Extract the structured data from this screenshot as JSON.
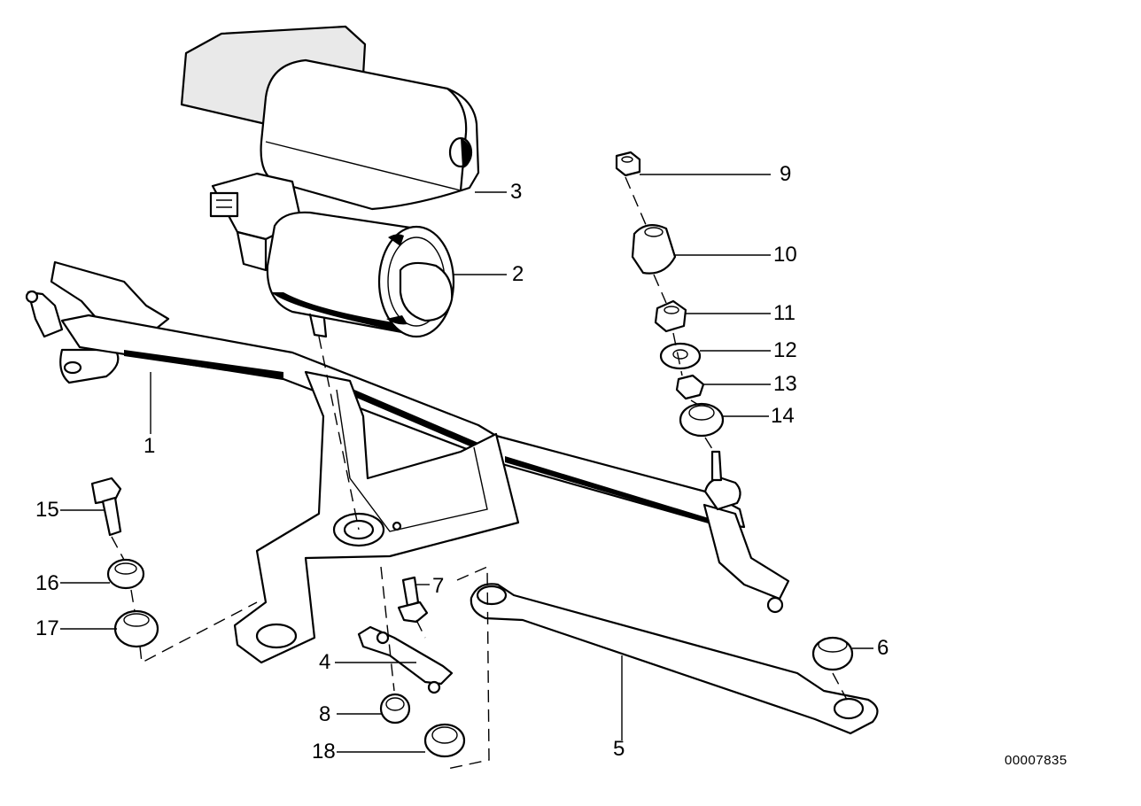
{
  "callouts": [
    {
      "id": "1",
      "label": "1"
    },
    {
      "id": "2",
      "label": "2"
    },
    {
      "id": "3",
      "label": "3"
    },
    {
      "id": "4",
      "label": "4"
    },
    {
      "id": "5",
      "label": "5"
    },
    {
      "id": "6",
      "label": "6"
    },
    {
      "id": "7",
      "label": "7"
    },
    {
      "id": "8",
      "label": "8"
    },
    {
      "id": "9",
      "label": "9"
    },
    {
      "id": "10",
      "label": "10"
    },
    {
      "id": "11",
      "label": "11"
    },
    {
      "id": "12",
      "label": "12"
    },
    {
      "id": "13",
      "label": "13"
    },
    {
      "id": "14",
      "label": "14"
    },
    {
      "id": "15",
      "label": "15"
    },
    {
      "id": "16",
      "label": "16"
    },
    {
      "id": "17",
      "label": "17"
    },
    {
      "id": "18",
      "label": "18"
    }
  ],
  "drawing_number": "00007835"
}
